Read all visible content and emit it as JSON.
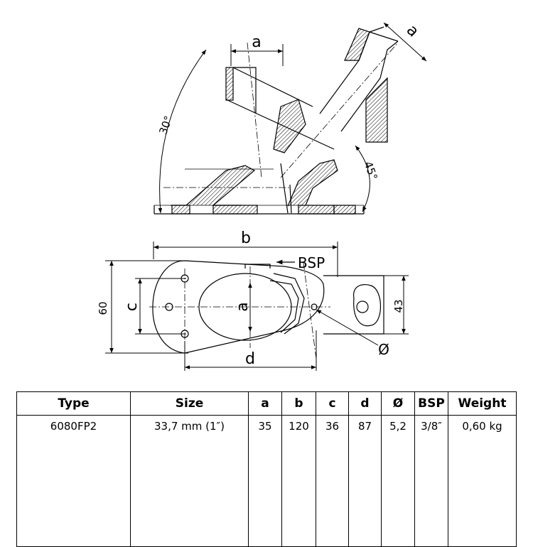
{
  "drawing": {
    "top_view": {
      "dim_a_left": "a",
      "dim_a_right": "a",
      "angle_30": "30°",
      "angle_45": "45°"
    },
    "plan_view": {
      "dim_b": "b",
      "bsp_label": "BSP",
      "dim_60": "60",
      "dim_c": "c",
      "dim_a": "a",
      "dim_43": "43",
      "dim_d": "d",
      "dim_diameter": "Ø"
    }
  },
  "table": {
    "headers": [
      "Type",
      "Size",
      "a",
      "b",
      "c",
      "d",
      "Ø",
      "BSP",
      "Weight"
    ],
    "rows": [
      [
        "6080FP2",
        "33,7 mm (1″)",
        "35",
        "120",
        "36",
        "87",
        "5,2",
        "3/8″",
        "0,60 kg"
      ]
    ]
  }
}
